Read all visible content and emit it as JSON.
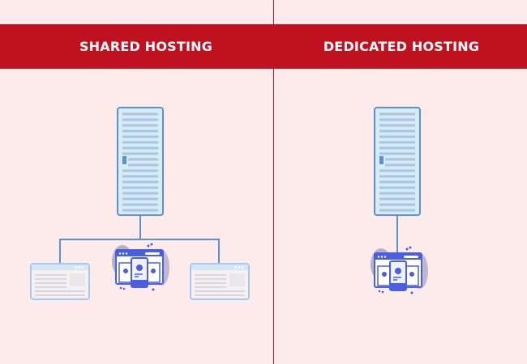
{
  "header": {
    "left_title": "SHARED HOSTING",
    "right_title": "DEDICATED HOSTING"
  },
  "colors": {
    "background": "#fdeaea",
    "header_band": "#c01121",
    "header_text": "#ffffff",
    "server_fill": "#d5ecf0",
    "server_stroke": "#5f8fcf",
    "connector": "#5f8fcf",
    "site_icon": "#4a5fdf"
  },
  "panels": [
    {
      "name": "shared-hosting",
      "server_count": 1,
      "website_count": 3
    },
    {
      "name": "dedicated-hosting",
      "server_count": 1,
      "website_count": 1
    }
  ]
}
